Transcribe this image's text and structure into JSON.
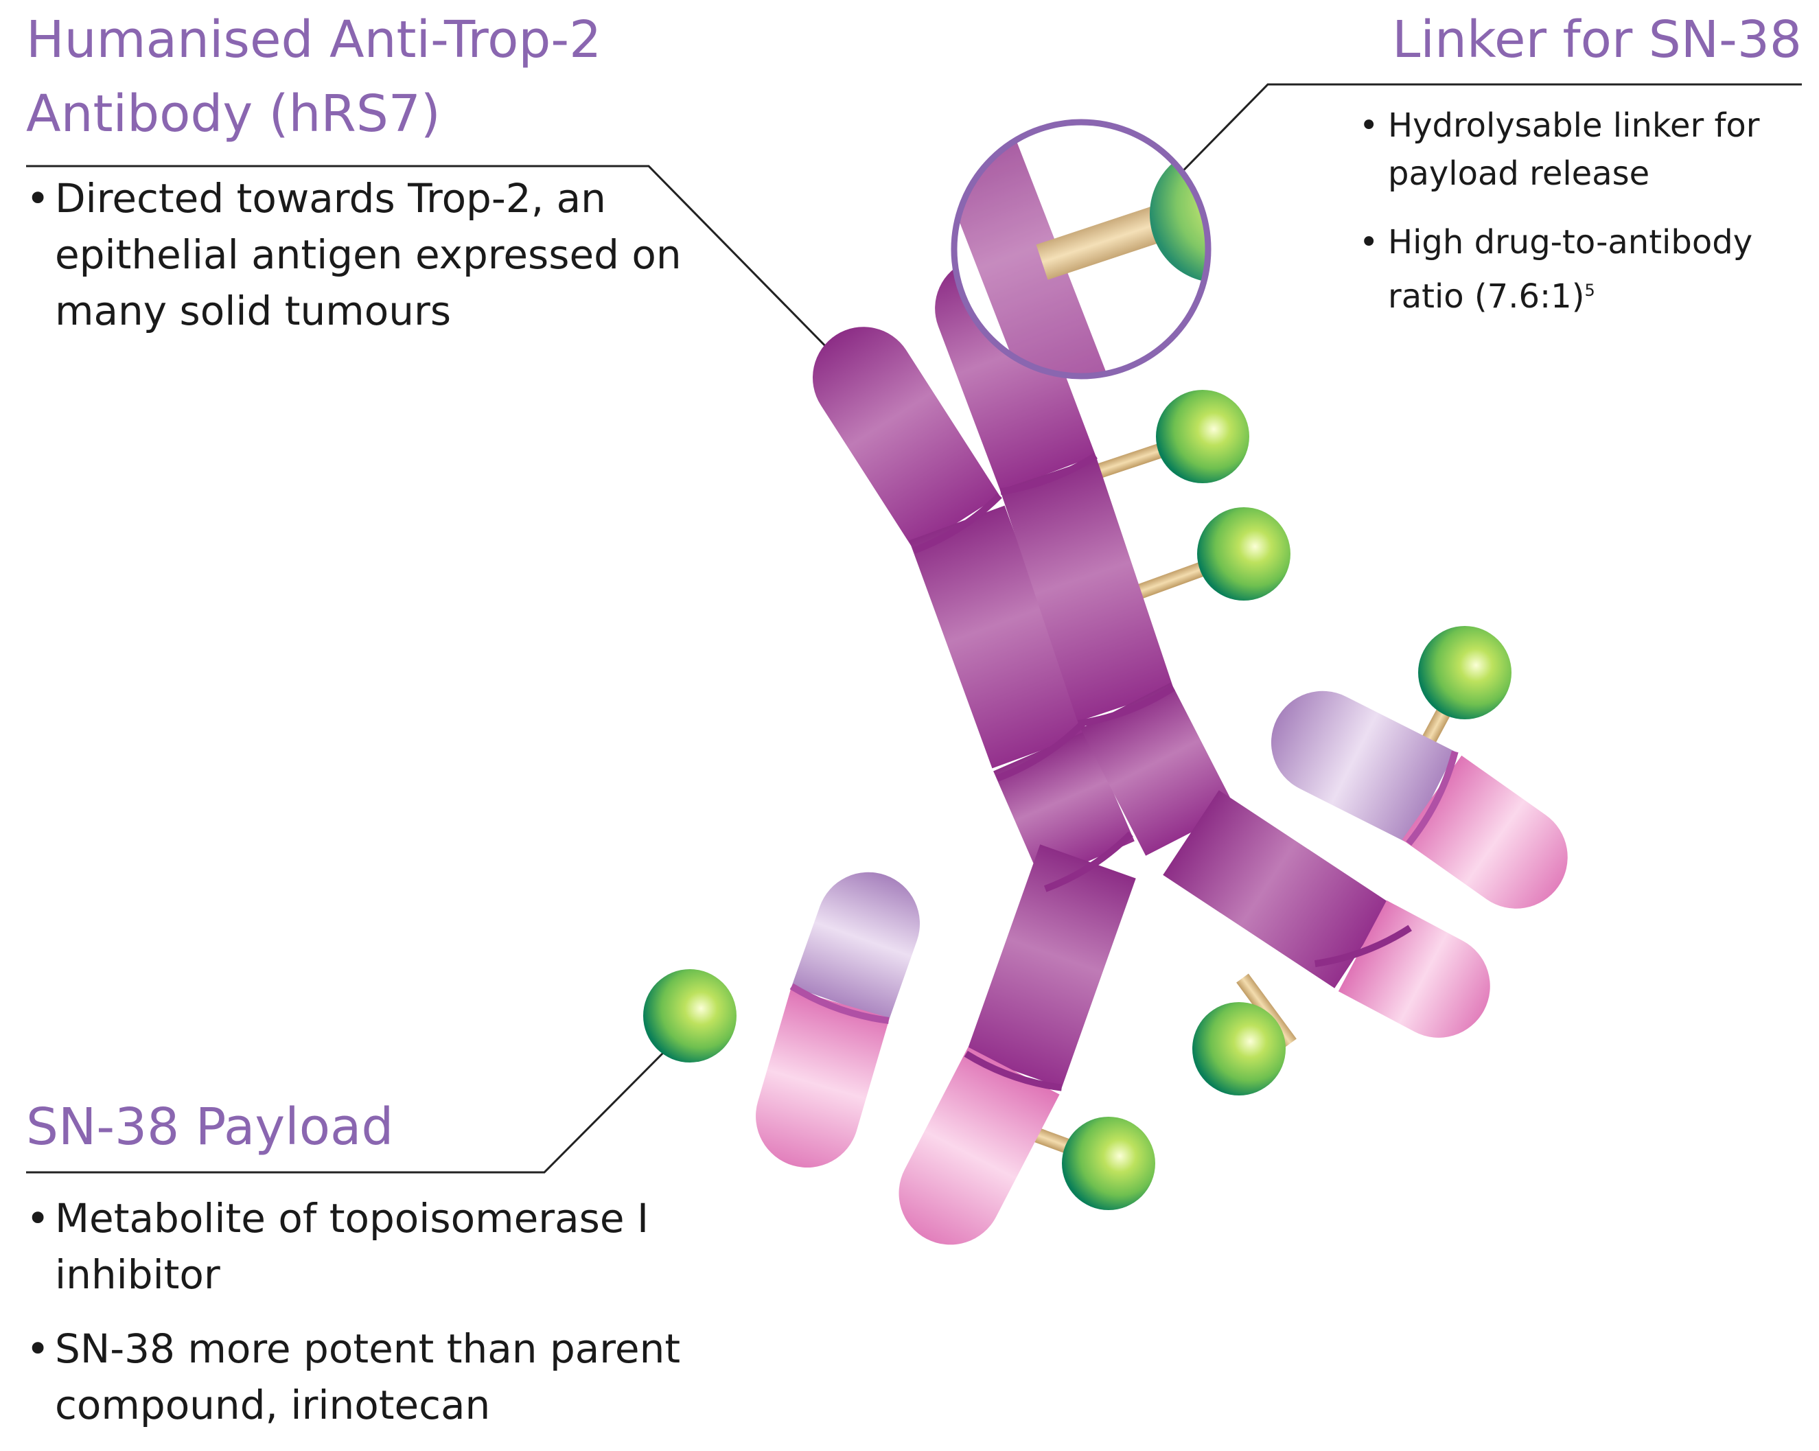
{
  "antibody": {
    "title_line1": "Humanised Anti-Trop-2",
    "title_line2": "Antibody (hRS7)",
    "bullets": [
      "Directed towards Trop-2, an epithelial antigen expressed on many solid tumours"
    ]
  },
  "linker": {
    "title": "Linker for SN-38",
    "bullet_release": "Hydrolysable linker for payload release",
    "bullet_ratio": "High drug-to-antibody ratio (7.6:1)",
    "bullet_ratio_ref": "5"
  },
  "payload": {
    "title": "SN-38 Payload",
    "bullets": [
      "Metabolite of topoisomerase I inhibitor",
      "SN-38 more potent than parent compound, irinotecan"
    ]
  },
  "colors": {
    "title": "#8a66b0",
    "heavy_chain": "#a8439e",
    "light_chain_variable": "#d6c4e0",
    "light_chain_constant": "#f2a9d3",
    "payload": "#8fcf5c",
    "payload_dark": "#0f8a5a",
    "linker": "#d9bd88",
    "leader_line": "#222222"
  },
  "icons": {
    "payload_sphere": "sphere-icon",
    "magnifier": "magnifier-circle-icon"
  }
}
